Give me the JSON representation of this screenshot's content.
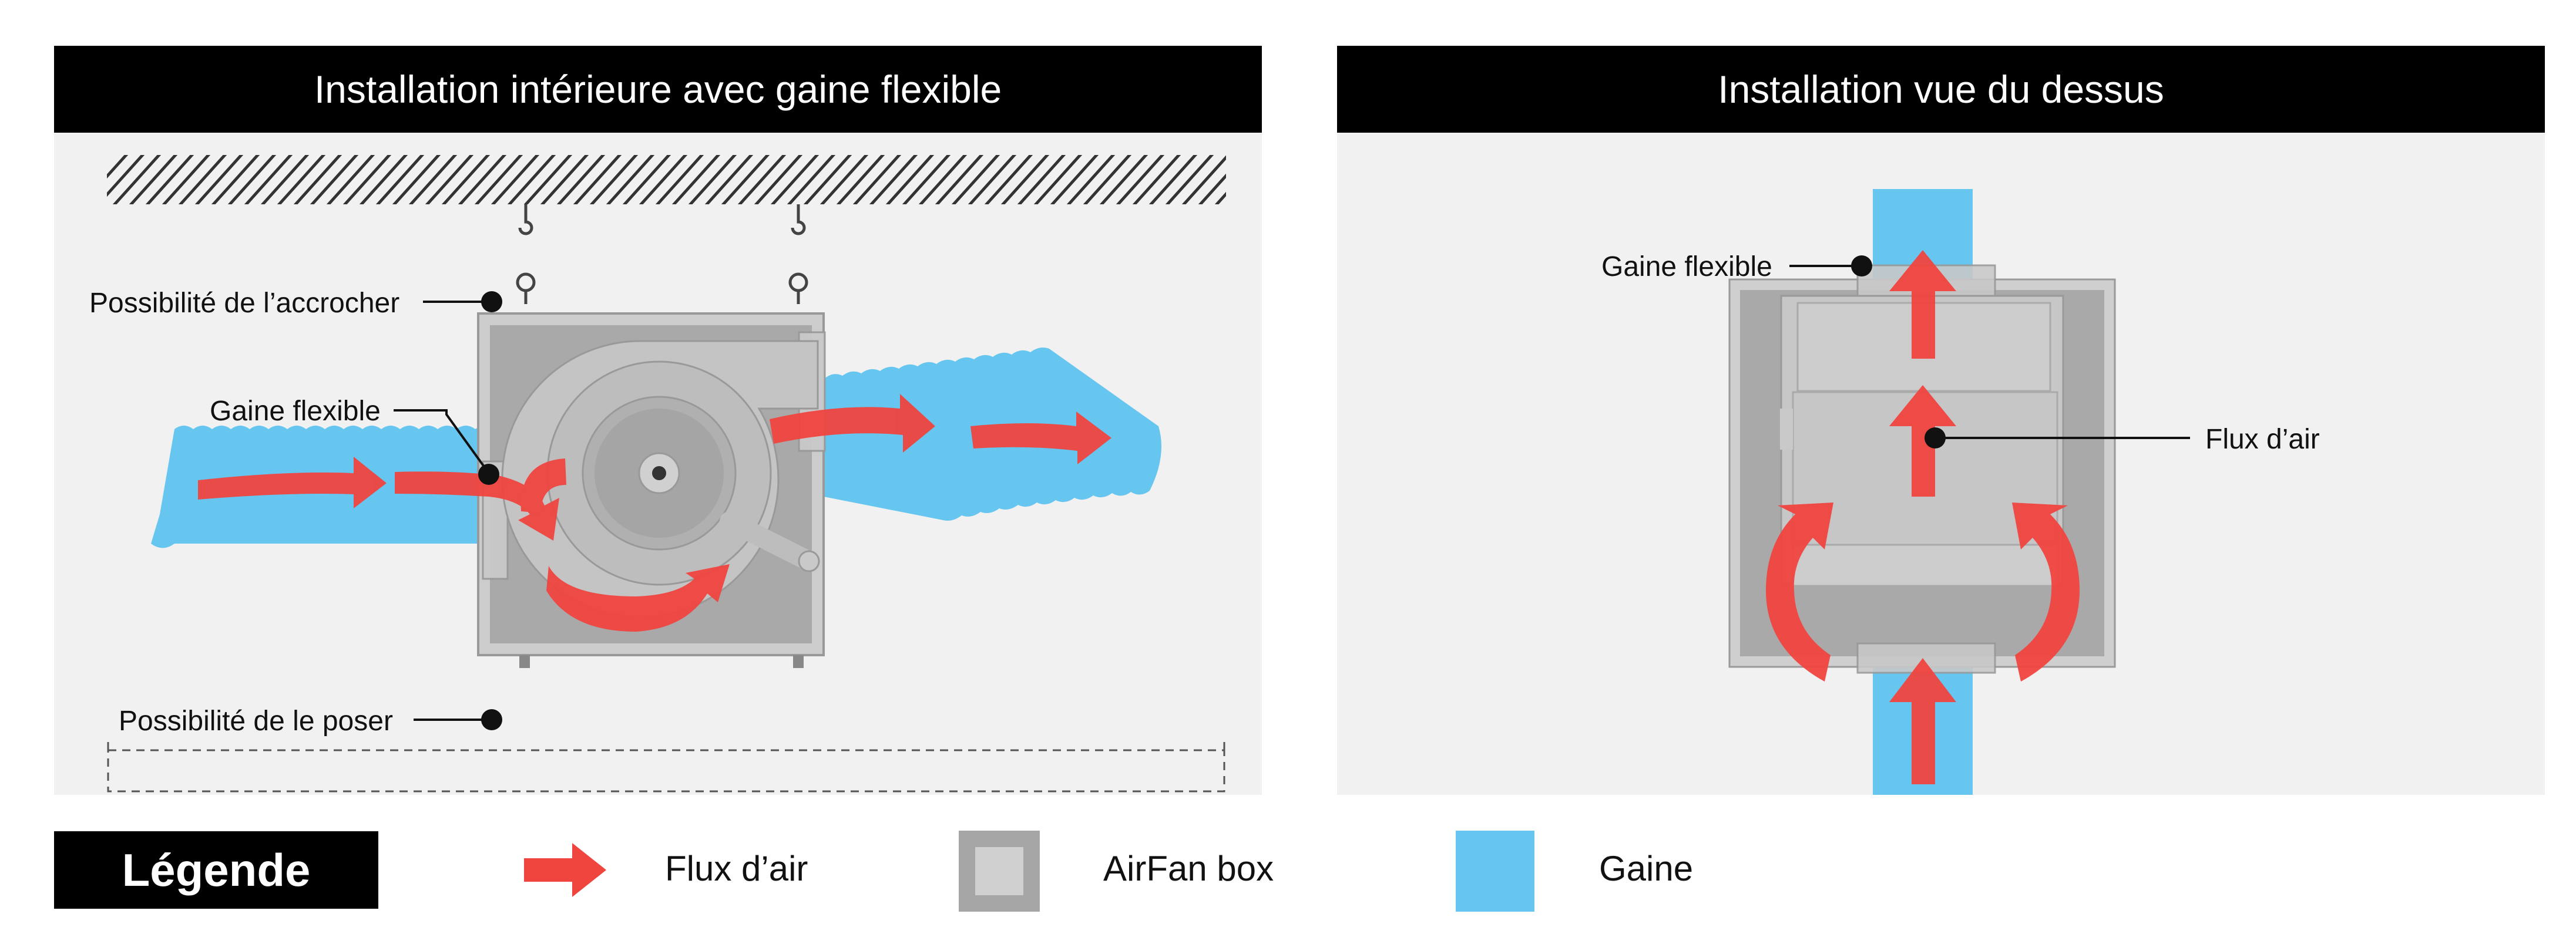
{
  "left_panel": {
    "title": "Installation intérieure avec gaine flexible",
    "labels": {
      "hang": "Possibilité de l’accrocher",
      "duct": "Gaine flexible",
      "floor": "Possibilité de le poser"
    }
  },
  "right_panel": {
    "title": "Installation vue du dessus",
    "labels": {
      "duct": "Gaine flexible",
      "airflow": "Flux d’air"
    }
  },
  "legend": {
    "title": "Légende",
    "items": [
      {
        "label": "Flux d’air",
        "icon": "red-arrow-icon"
      },
      {
        "label": "AirFan box",
        "icon": "grey-box-icon"
      },
      {
        "label": "Gaine",
        "icon": "blue-square-icon"
      }
    ]
  },
  "colors": {
    "airflow": "#f0453f",
    "duct": "#66c6ef",
    "box": "#a6a6a6",
    "panel_bg": "#f1f1f1",
    "header_bg": "#000000"
  }
}
